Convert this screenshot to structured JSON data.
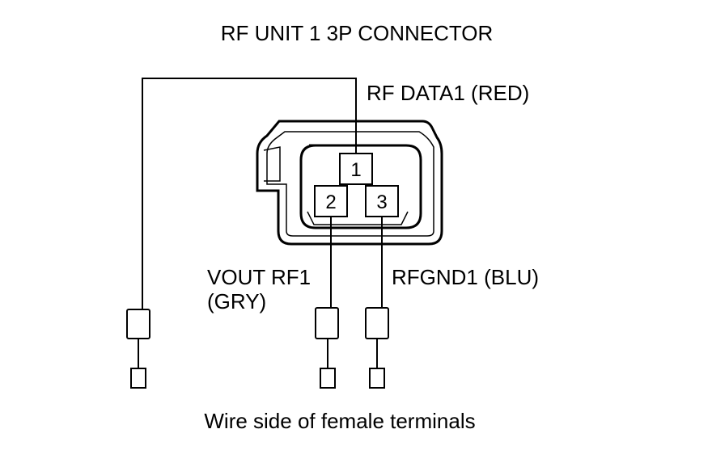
{
  "title": "RF UNIT 1 3P CONNECTOR",
  "caption": "Wire side of female terminals",
  "pins": [
    {
      "number": "1",
      "label": "RF DATA1 (RED)"
    },
    {
      "number": "2",
      "label_line1": "VOUT RF1",
      "label_line2": "(GRY)"
    },
    {
      "number": "3",
      "label": "RFGND1 (BLU)"
    }
  ]
}
